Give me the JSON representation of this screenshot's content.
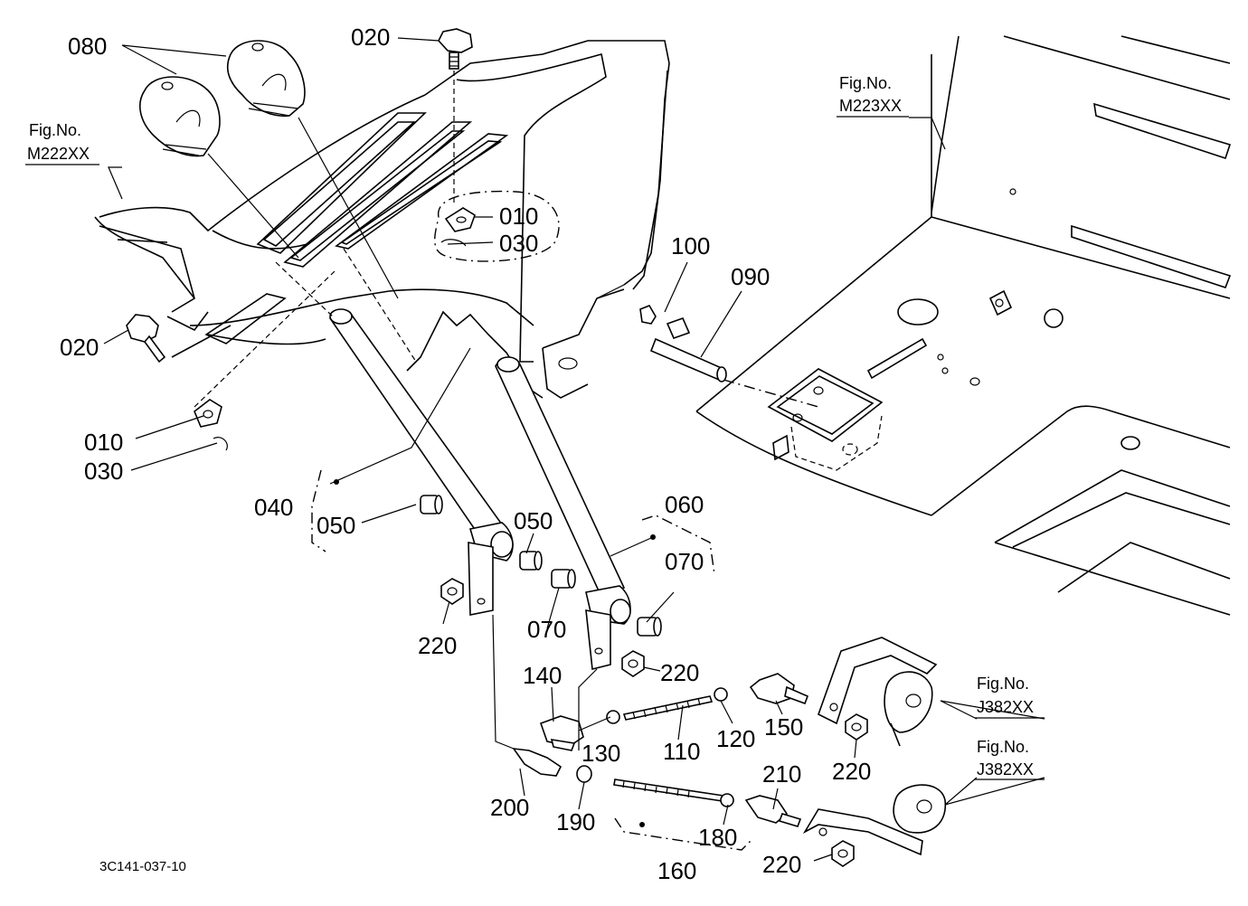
{
  "diagram_code": "3C141-037-10",
  "fig_refs": [
    {
      "prefix": "Fig.No.",
      "code": "M222XX"
    },
    {
      "prefix": "Fig.No.",
      "code": "M223XX"
    },
    {
      "prefix": "Fig.No.",
      "code": "J382XX"
    },
    {
      "prefix": "Fig.No.",
      "code": "J382XX"
    }
  ],
  "callouts": {
    "c080": "080",
    "c020a": "020",
    "c020b": "020",
    "c010a": "010",
    "c030a": "030",
    "c010b": "010",
    "c030b": "030",
    "c100": "100",
    "c090": "090",
    "c040": "040",
    "c050a": "050",
    "c050b": "050",
    "c060": "060",
    "c070a": "070",
    "c070b": "070",
    "c220a": "220",
    "c220b": "220",
    "c220c": "220",
    "c220d": "220",
    "c140": "140",
    "c130": "130",
    "c110": "110",
    "c120": "120",
    "c150": "150",
    "c200": "200",
    "c190": "190",
    "c180": "180",
    "c210": "210",
    "c160": "160"
  }
}
